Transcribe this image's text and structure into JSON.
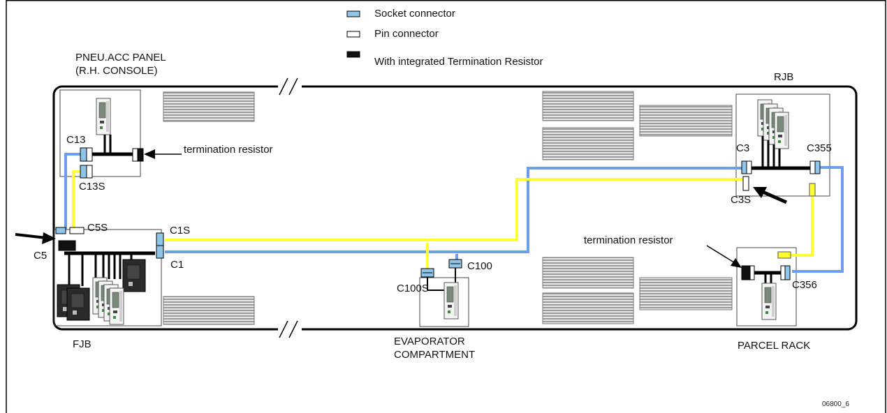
{
  "legend": {
    "socket": "Socket connector",
    "pin": "Pin connector",
    "termination": "With integrated Termination Resistor"
  },
  "locations": {
    "pneu_line1": "PNEU.ACC PANEL",
    "pneu_line2": "(R.H. CONSOLE)",
    "rjb": "RJB",
    "fjb": "FJB",
    "evap_line1": "EVAPORATOR",
    "evap_line2": "COMPARTMENT",
    "parcel": "PARCEL RACK"
  },
  "connectors": {
    "c13": "C13",
    "c13s": "C13S",
    "c5s": "C5S",
    "c5": "C5",
    "c1s": "C1S",
    "c1": "C1",
    "c100": "C100",
    "c100s": "C100S",
    "c3": "C3",
    "c3s": "C3S",
    "c355": "C355",
    "c356": "C356"
  },
  "annotations": {
    "termination_top": "termination resistor",
    "termination_bottom": "termination resistor"
  },
  "figure_code": "06800_6",
  "colors": {
    "socket_fill": "#8fc5e8",
    "pin_fill": "#ffffff",
    "terminator_fill": "#111111",
    "can_high_blue": "#6d9eec",
    "can_low_yellow": "#ffff33",
    "bus_outline": "#000000",
    "vent_fill": "#b8b8b8"
  }
}
